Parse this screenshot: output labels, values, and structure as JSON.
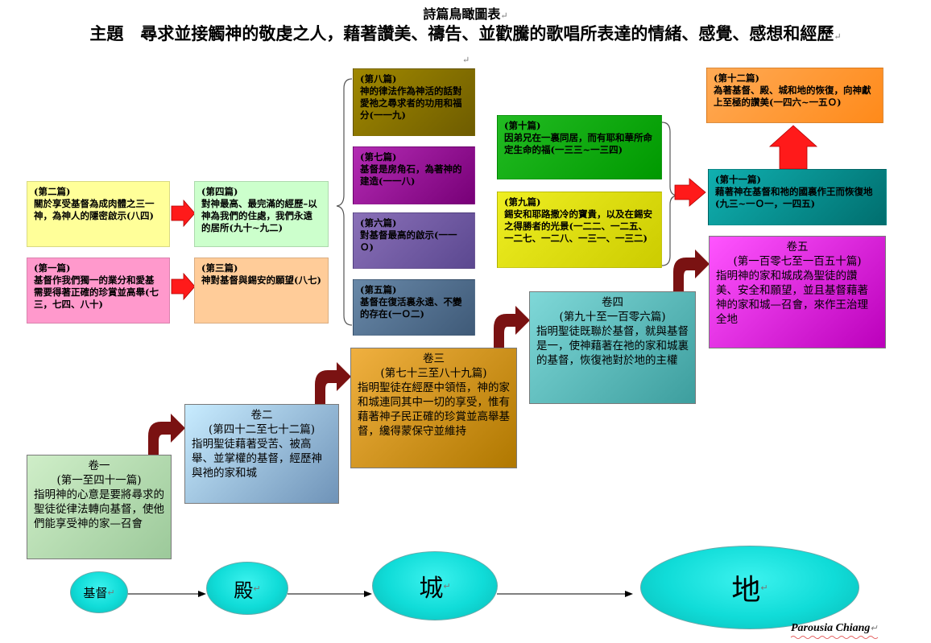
{
  "header": {
    "title": "詩篇鳥瞰圖表",
    "subtitle": "主題　尋求並接觸神的敬虔之人，藉著讚美、禱告、並歡騰的歌唱所表達的情緒、感覺、感想和經歷"
  },
  "psalm_boxes": {
    "p1": {
      "heading": "(第一篇)",
      "body": "基督作我們獨一的業分和愛基需要得著正確的珍賞並高舉(七三，七四、八十)"
    },
    "p2": {
      "heading": "(第二篇)",
      "body": "關於享受基督為成肉體之三一神，為神人的隱密啟示(八四)"
    },
    "p3": {
      "heading": "(第三篇)",
      "body": "神對基督與錫安的願望(八七)"
    },
    "p4": {
      "heading": "(第四篇)",
      "body": "對神最高、最完滿的經歷–以神為我們的住處，我們永遠的居所(九十~九二)"
    },
    "p5": {
      "heading": "(第五篇)",
      "body": "基督在復活裏永遠、不變的存在(一Ｏ二)"
    },
    "p6": {
      "heading": "(第六篇)",
      "body": "對基督最高的啟示(一一Ｏ)"
    },
    "p7": {
      "heading": "(第七篇)",
      "body": "基督是房角石，為著神的建造(一一八)"
    },
    "p8": {
      "heading": "(第八篇)",
      "body": "神的律法作為神活的話對愛祂之尋求者的功用和福分(一一九)"
    },
    "p9": {
      "heading": "(第九篇)",
      "body": "錫安和耶路撒冷的寶貴，以及在錫安之得勝者的光景(一二二、一二五、一二七、一二八、一三一、一三二)"
    },
    "p10": {
      "heading": "(第十篇)",
      "body": "因弟兄在一裏同居，而有耶和華所命定生命的福(一三三~一三四)"
    },
    "p11": {
      "heading": "(第十一篇)",
      "body": "藉著神在基督和祂的國裏作王而恢復地(九三~一Ｏ一，一四五)"
    },
    "p12": {
      "heading": "(第十二篇)",
      "body": "為著基督、殿、城和地的恢復，向神獻上至極的讚美(一四六~一五Ｏ)"
    }
  },
  "volumes": {
    "v1": {
      "name": "卷一",
      "range": "(第一至四十一篇)",
      "desc": "指明神的心意是要將尋求的聖徒從律法轉向基督，使他們能享受神的家—召會"
    },
    "v2": {
      "name": "卷二",
      "range": "(第四十二至七十二篇)",
      "desc": "指明聖徒藉著受苦、被高舉、並掌權的基督，經歷神與祂的家和城"
    },
    "v3": {
      "name": "卷三",
      "range": "(第七十三至八十九篇)",
      "desc": "指明聖徒在經歷中領悟，神的家和城連同其中一切的享受，惟有藉著神子民正確的珍賞並高舉基督，纔得蒙保守並維持"
    },
    "v4": {
      "name": "卷四",
      "range": "(第九十至一百零六篇)",
      "desc": "指明聖徒既聯於基督，就與基督是一，使神藉著在祂的家和城裏的基督，恢復祂對於地的主權"
    },
    "v5": {
      "name": "卷五",
      "range": "(第一百零七至一百五十篇)",
      "desc": "指明神的家和城成為聖徒的讚美、安全和願望，並且基督藉著神的家和城—召會，來作王治理全地"
    }
  },
  "progression": {
    "christ": "基督",
    "temple": "殿",
    "city": "城",
    "land": "地"
  },
  "signature": "Parousia Chiang",
  "colors": {
    "arrow_red": "#ff1a1a",
    "curved_arrow": "#7a1212",
    "ellipse_cyan": "#10dcd8"
  }
}
